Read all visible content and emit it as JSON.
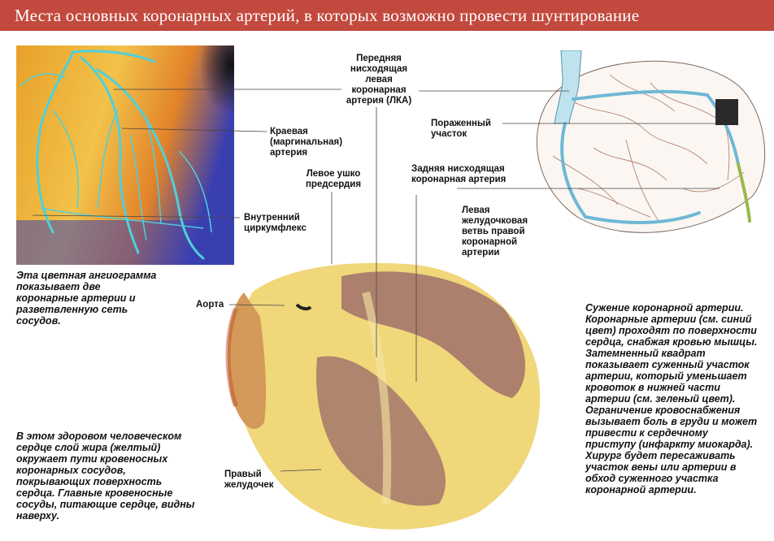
{
  "title": "Места основных коронарных артерий, в которых возможно провести шунтирование",
  "labels": {
    "lad": "Передняя нисходящая левая коронарная артерия (ЛКА)",
    "marginal": "Краевая (маргинальная) артерия",
    "left_atrial_appendage": "Левое ушко предсердия",
    "posterior_descending": "Задняя нисходящая коронарная артерия",
    "affected_area": "Пораженный участок",
    "inner_circumflex": "Внутренний циркумфлекс",
    "left_ventricular_branch": "Левая желудочковая ветвь правой коронарной артерии",
    "aorta": "Аорта",
    "right_ventricle": "Правый желудочек"
  },
  "captions": {
    "angiogram": "Эта цветная ангиограмма показывает две коронарные артерии и разветвленную сеть сосудов.",
    "healthy_heart": "В этом здоровом человеческом сердце слой жира (желтый) окружает пути кровеносных коронарных сосудов, покрывающих поверхность сердца. Главные кровеносные сосуды, питающие сердце, видны наверху.",
    "narrowing": "Сужение коронарной артерии. Коронарные артерии (см. синий цвет) проходят по поверхности сердца, снабжая кровью мышцы. Затемненный квадрат показывает суженный участок артерии, который уменьшает кровоток в нижней части артерии (см. зеленый цвет). Ограничение кровоснабжения вызывает боль в груди и может привести к сердечному приступу (инфаркту миокарда). Хирург будет пересаживать участок вены или артерии в обход суженного участка коронарной артерии."
  },
  "colors": {
    "header": "#c2493d",
    "artery_blue": "#5fc4d8",
    "artery_green": "#9ab84a",
    "fat_yellow": "#f0d77a",
    "muscle": "#9b6a6a"
  }
}
